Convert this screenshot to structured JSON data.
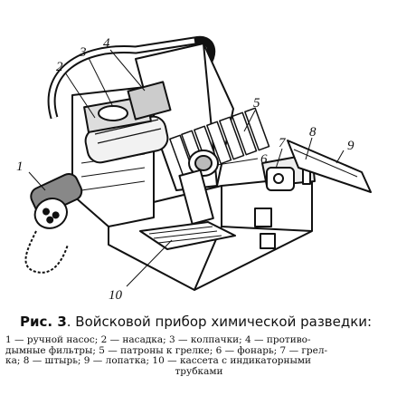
{
  "figure": {
    "callouts": [
      "1",
      "2",
      "3",
      "4",
      "5",
      "6",
      "7",
      "8",
      "9",
      "10"
    ]
  },
  "caption": {
    "lead": "Рис. 3",
    "title": ". Войсковой прибор химической разведки:",
    "legend_lines": [
      "1 — ручной насос; 2 — насадка; 3 — колпачки; 4 — противо-",
      "дымные фильтры; 5 — патроны к грелке; 6 — фонарь; 7 — грел-",
      "ка; 8 — штырь; 9 — лопатка; 10 — кассета с индикаторными",
      "трубками"
    ]
  }
}
